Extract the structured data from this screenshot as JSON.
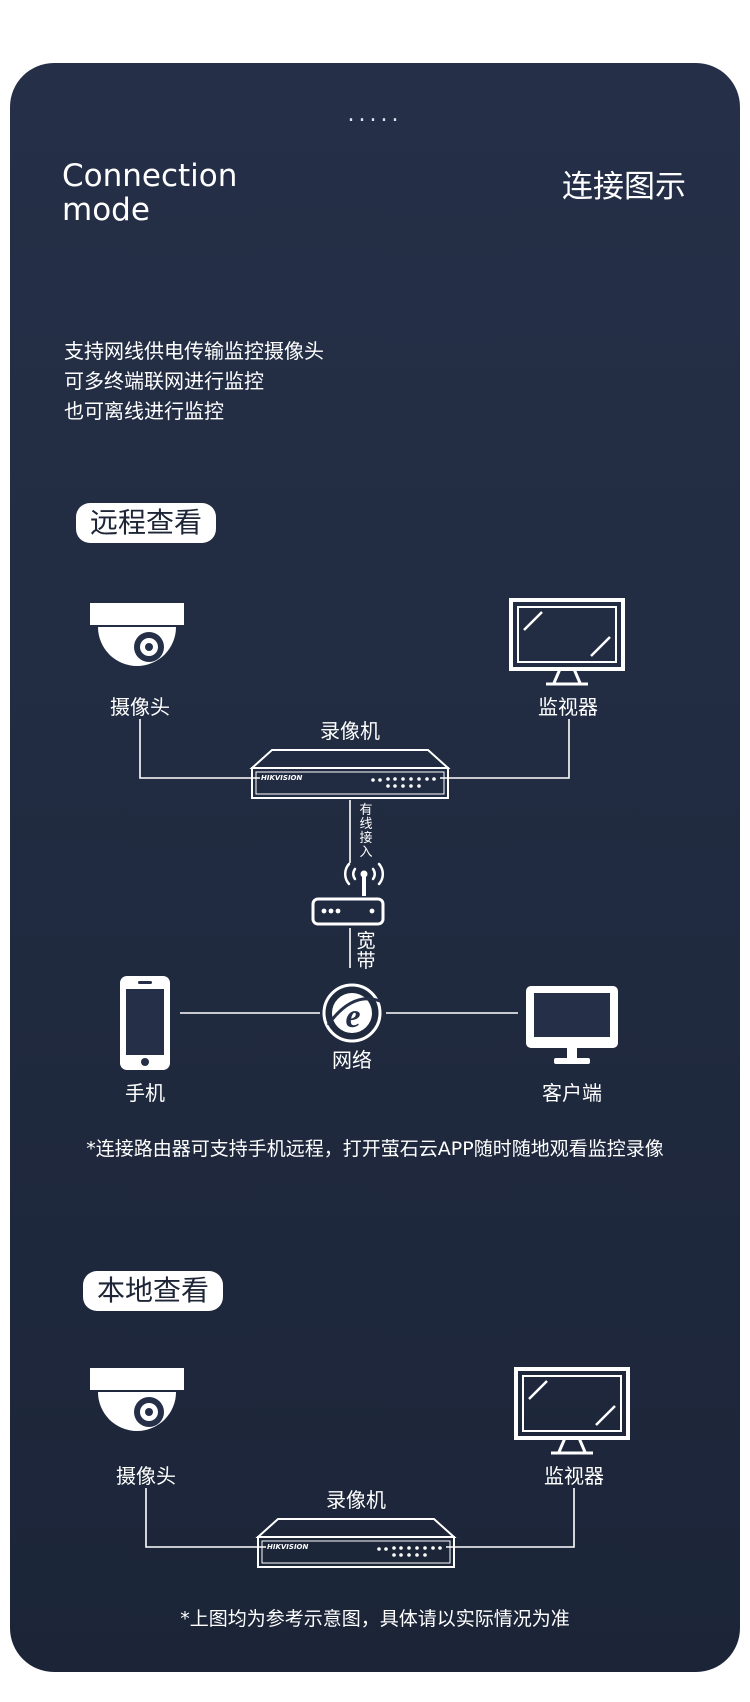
{
  "header": {
    "dots": ".....",
    "title_en": "Connection mode",
    "title_cn": "连接图示"
  },
  "intro": {
    "lines": [
      "支持网线供电传输监控摄像头",
      "可多终端联网进行监控",
      "也可离线进行监控"
    ]
  },
  "remote": {
    "badge": "远程查看",
    "camera_label": "摄像头",
    "monitor_label": "监视器",
    "nvr_label": "录像机",
    "nvr_brand": "HIKVISION",
    "wired_label": [
      "有",
      "线",
      "接",
      "入"
    ],
    "broadband_label": [
      "宽",
      "带"
    ],
    "network_label": "网络",
    "phone_label": "手机",
    "client_label": "客户端",
    "note": "*连接路由器可支持手机远程，打开萤石云APP随时随地观看监控录像"
  },
  "local": {
    "badge": "本地查看",
    "camera_label": "摄像头",
    "monitor_label": "监视器",
    "nvr_label": "录像机",
    "nvr_brand": "HIKVISION",
    "note": "*上图均为参考示意图，具体请以实际情况为准"
  },
  "colors": {
    "background_top": "#253048",
    "background_bottom": "#1c2538",
    "foreground": "#ffffff"
  },
  "icons": [
    "dome-camera-icon",
    "monitor-icon",
    "nvr-recorder-icon",
    "wifi-router-icon",
    "ie-network-icon",
    "phone-icon",
    "desktop-client-icon"
  ]
}
